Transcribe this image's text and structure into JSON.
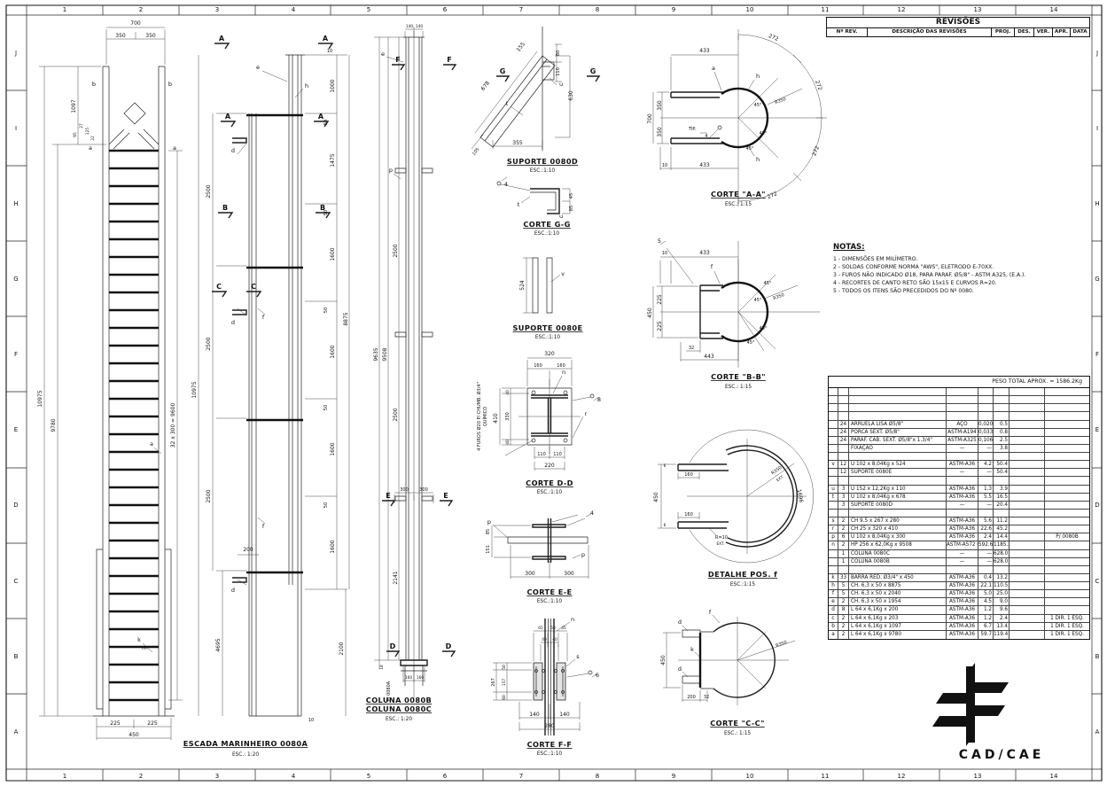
{
  "sheet": {
    "cols": [
      "1",
      "2",
      "3",
      "4",
      "5",
      "6",
      "7",
      "8",
      "9",
      "10",
      "11",
      "12",
      "13",
      "14"
    ],
    "rows": [
      "J",
      "I",
      "H",
      "G",
      "F",
      "E",
      "D",
      "C",
      "B",
      "A"
    ]
  },
  "revisions": {
    "title": "REVISÕES",
    "headers": [
      "Nº REV.",
      "DESCRIÇÃO DAS REVISÕES",
      "PROJ.",
      "DES.",
      "VER.",
      "APR.",
      "DATA"
    ]
  },
  "notes": {
    "heading": "NOTAS:",
    "items": [
      "1 - DIMENSÕES EM MILÍMETRO.",
      "2 - SOLDAS CONFORME NORMA \"AWS\", ELETRODO E-70XX.",
      "3 - FUROS NÃO INDICADO Ø18, PARA PARAF. Ø5/8\" - ASTM A325, (E.A.).",
      "4 - RECORTES DE CANTO RETO SÃO 15x15 E CURVOS R=20.",
      "5 - TODOS OS ITENS SÃO PRECEDIDOS DO Nº 0080."
    ]
  },
  "bom": {
    "total_note": "PESO TOTAL APROX. = 1586.2Kg",
    "rows": [
      {
        "p": "",
        "q": "",
        "d": "",
        "m": "",
        "u": "",
        "t": "",
        "o": ""
      },
      {
        "p": "",
        "q": "",
        "d": "",
        "m": "",
        "u": "",
        "t": "",
        "o": ""
      },
      {
        "p": "",
        "q": "",
        "d": "",
        "m": "",
        "u": "",
        "t": "",
        "o": ""
      },
      {
        "p": "",
        "q": "",
        "d": "",
        "m": "",
        "u": "",
        "t": "",
        "o": ""
      },
      {
        "p": "",
        "q": "24",
        "d": "ARRUELA LISA Ø5/8\"",
        "m": "AÇO",
        "u": "0,020",
        "t": "0.5",
        "o": ""
      },
      {
        "p": "",
        "q": "24",
        "d": "PORCA SEXT. Ø5/8\"",
        "m": "ASTM-A194",
        "u": "0,033",
        "t": "0.8",
        "o": ""
      },
      {
        "p": "",
        "q": "24",
        "d": "PARAF. CAB. SEXT. Ø5/8\"x 1.3/4\"",
        "m": "ASTM-A325",
        "u": "0,106",
        "t": "2.5",
        "o": ""
      },
      {
        "p": "",
        "q": "",
        "d": "FIXAÇÃO",
        "m": "—",
        "u": "—",
        "t": "3.8",
        "o": ""
      },
      {
        "p": "",
        "q": "",
        "d": "",
        "m": "",
        "u": "",
        "t": "",
        "o": ""
      },
      {
        "p": "v",
        "q": "12",
        "d": "U 102 x 8,04Kg x 524",
        "m": "ASTM-A36",
        "u": "4.2",
        "t": "50.4",
        "o": ""
      },
      {
        "p": "",
        "q": "12",
        "d": "SUPORTE 0080E",
        "m": "—",
        "u": "—",
        "t": "50.4",
        "o": ""
      },
      {
        "p": "",
        "q": "",
        "d": "",
        "m": "",
        "u": "",
        "t": "",
        "o": ""
      },
      {
        "p": "u",
        "q": "3",
        "d": "U 152 x 12,2Kg x 110",
        "m": "ASTM-A36",
        "u": "1.3",
        "t": "3.9",
        "o": ""
      },
      {
        "p": "t",
        "q": "3",
        "d": "U 102 x 8,04Kg x 678",
        "m": "ASTM-A36",
        "u": "5.5",
        "t": "16.5",
        "o": ""
      },
      {
        "p": "",
        "q": "3",
        "d": "SUPORTE 0080D",
        "m": "—",
        "u": "—",
        "t": "20.4",
        "o": ""
      },
      {
        "p": "",
        "q": "",
        "d": "",
        "m": "",
        "u": "",
        "t": "",
        "o": ""
      },
      {
        "p": "s",
        "q": "2",
        "d": "CH 9.5 x 267 x 280",
        "m": "ASTM-A36",
        "u": "5.6",
        "t": "11.2",
        "o": ""
      },
      {
        "p": "r",
        "q": "2",
        "d": "CH 25 x 320 x 410",
        "m": "ASTM-A36",
        "u": "22.6",
        "t": "45.2",
        "o": ""
      },
      {
        "p": "p",
        "q": "6",
        "d": "U 102 x 8,04Kg x 300",
        "m": "ASTM-A36",
        "u": "2.4",
        "t": "14.4",
        "o": "P/ 0080B"
      },
      {
        "p": "n",
        "q": "2",
        "d": "HP 256 x 62,0Kg x 9508",
        "m": "ASTM-A572 GR50",
        "u": "592.6",
        "t": "1185.2",
        "o": ""
      },
      {
        "p": "",
        "q": "1",
        "d": "COLUNA 0080C",
        "m": "—",
        "u": "—",
        "t": "628.0",
        "o": ""
      },
      {
        "p": "",
        "q": "1",
        "d": "COLUNA 0080B",
        "m": "—",
        "u": "—",
        "t": "628.0",
        "o": ""
      },
      {
        "p": "",
        "q": "",
        "d": "",
        "m": "",
        "u": "",
        "t": "",
        "o": ""
      },
      {
        "p": "k",
        "q": "33",
        "d": "BARRA RED. Ø3/4\" x 450",
        "m": "ASTM-A36",
        "u": "0.4",
        "t": "13.2",
        "o": ""
      },
      {
        "p": "h",
        "q": "5",
        "d": "CH. 6,3 x 50 x 8875",
        "m": "ASTM-A36",
        "u": "22.1",
        "t": "110.5",
        "o": ""
      },
      {
        "p": "f",
        "q": "5",
        "d": "CH. 6,3 x 50 x 2040",
        "m": "ASTM-A36",
        "u": "5.0",
        "t": "25.0",
        "o": ""
      },
      {
        "p": "e",
        "q": "2",
        "d": "CH. 6,3 x 50 x 1954",
        "m": "ASTM-A36",
        "u": "4.5",
        "t": "9.0",
        "o": ""
      },
      {
        "p": "d",
        "q": "8",
        "d": "L 64 x 6,1Kg x 200",
        "m": "ASTM-A36",
        "u": "1.2",
        "t": "9.6",
        "o": ""
      },
      {
        "p": "c",
        "q": "2",
        "d": "L 64 x 6,1Kg x 203",
        "m": "ASTM-A36",
        "u": "1.2",
        "t": "2.4",
        "o": "1 DIR. 1 ESQ."
      },
      {
        "p": "b",
        "q": "2",
        "d": "L 64 x 6,1Kg x 1097",
        "m": "ASTM-A36",
        "u": "6.7",
        "t": "13.4",
        "o": "1 DIR. 1 ESQ."
      },
      {
        "p": "a",
        "q": "2",
        "d": "L 64 x 6,1Kg x 9780",
        "m": "ASTM-A36",
        "u": "59.7",
        "t": "119.4",
        "o": "1 DIR. 1 ESQ."
      }
    ]
  },
  "logo": {
    "text": "CAD/CAE"
  },
  "v": {
    "e": {
      "t": "ESCADA MARINHEIRO 0080A",
      "sc": "ESC.: 1:20",
      "d": [
        "700",
        "350",
        "350",
        "1097",
        "10975",
        "9780",
        "32 x 300 = 9600",
        "225",
        "225",
        "450",
        "27",
        "125",
        "95",
        "22",
        "b",
        "b",
        "a",
        "a",
        "a",
        "k",
        "TIP."
      ]
    },
    "s": {
      "d": [
        "A",
        "A",
        "A",
        "A",
        "B",
        "B",
        "C",
        "C",
        "10",
        "1000",
        "50",
        "1475",
        "50",
        "1600",
        "50",
        "1600",
        "50",
        "1600",
        "50",
        "1600",
        "8875",
        "2500",
        "2500",
        "2500",
        "10975",
        "4695",
        "200",
        "2100",
        "e",
        "h",
        "d",
        "d",
        "f",
        "f",
        "d",
        "10"
      ]
    },
    "c": {
      "t1": "COLUNA 0080B",
      "t2": "COLUNA 0080C",
      "sc": "ESC.: 1:20",
      "d": [
        "140",
        "140",
        "F",
        "F",
        "E",
        "E",
        "D",
        "D",
        "9635",
        "9508",
        "2500",
        "2500",
        "2141",
        "300",
        "300",
        "160",
        "160",
        "18",
        "P/ 0080A",
        "e",
        "p"
      ]
    },
    "sd": {
      "t": "SUPORTE 0080D",
      "sc": "ESC.:1:10",
      "d": [
        "155",
        "678",
        "80",
        "110",
        "630",
        "355",
        "105",
        "G",
        "G",
        "t",
        "u"
      ]
    },
    "gg": {
      "t": "CORTE G-G",
      "sc": "ESC.:1:10",
      "d": [
        "4",
        "45",
        "85",
        "t",
        "u"
      ]
    },
    "se": {
      "t": "SUPORTE 0080E",
      "sc": "ESC.:1:10",
      "d": [
        "524",
        "v"
      ]
    },
    "dd": {
      "t": "CORTE D-D",
      "sc": "ESC.:1:10",
      "d": [
        "320",
        "160",
        "160",
        "410",
        "40",
        "330",
        "40",
        "110",
        "110",
        "220",
        "8",
        "n",
        "r",
        "4 FUROS Ø20 P/ CHUMB. Ø3/4\"",
        "QUÍMICO"
      ]
    },
    "ee": {
      "t": "CORTE E-E",
      "sc": "ESC.:1:10",
      "d": [
        "85",
        "151",
        "300",
        "300",
        "p",
        "p",
        "4"
      ]
    },
    "ff": {
      "t": "CORTE F-F",
      "sc": "ESC.:1:10",
      "d": [
        "65",
        "50",
        "45",
        "40",
        "40",
        "267",
        "50",
        "157",
        "60",
        "140",
        "140",
        "280",
        "n",
        "s",
        "6"
      ]
    },
    "aa": {
      "t": "CORTE \"A-A\"",
      "sc": "ESC.: 1:15",
      "d": [
        "433",
        "272",
        "272",
        "272",
        "272",
        "700",
        "350",
        "350",
        "45°",
        "45°",
        "45°",
        "R350",
        "TIP.",
        "4",
        "a",
        "h",
        "h",
        "10",
        "433"
      ]
    },
    "bb": {
      "t": "CORTE \"B-B\"",
      "sc": "ESC.: 1:15",
      "d": [
        "5",
        "10",
        "433",
        "f",
        "450",
        "225",
        "225",
        "32",
        "443",
        "R350",
        "45°",
        "45°",
        "45°",
        "45°"
      ]
    },
    "df": {
      "t": "DETALHE POS. f",
      "sc": "ESC.:1:15",
      "d": [
        "6",
        "450",
        "6",
        "160",
        "160",
        "R350",
        "EXT.",
        "1696",
        "R=10",
        "EXT."
      ]
    },
    "cc": {
      "t": "CORTE \"C-C\"",
      "sc": "ESC.: 1:15",
      "d": [
        "450",
        "200",
        "32",
        "R350",
        "d",
        "d",
        "k",
        "f"
      ]
    }
  }
}
